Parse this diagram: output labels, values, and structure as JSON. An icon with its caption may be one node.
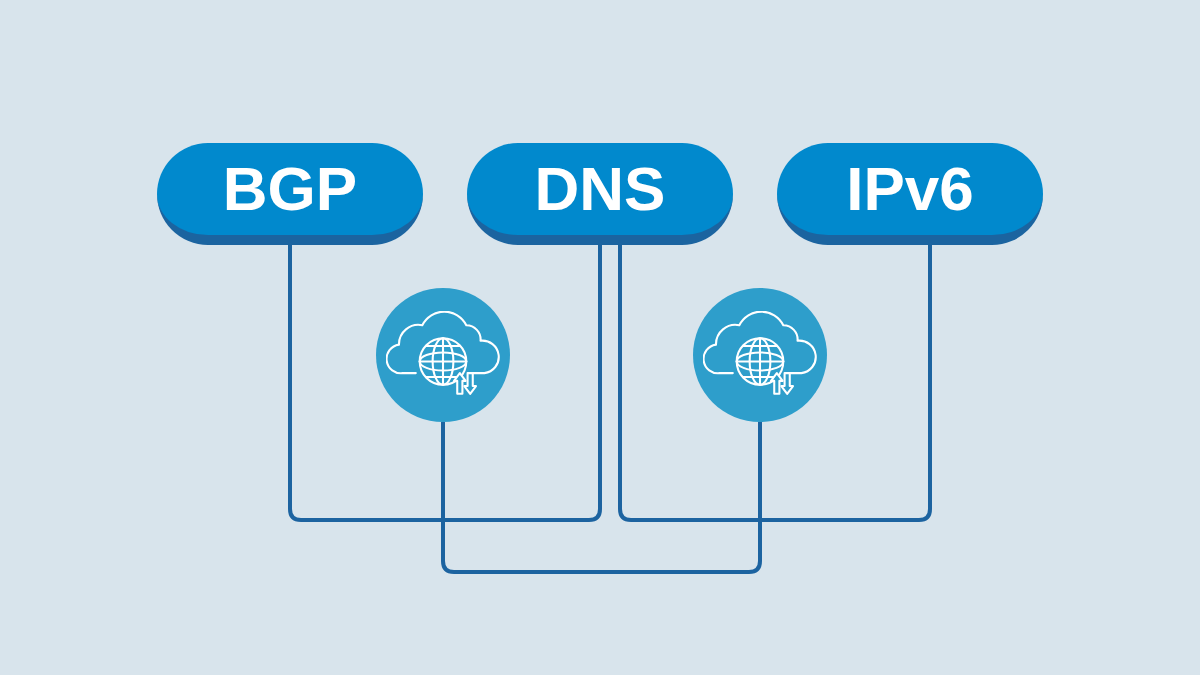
{
  "diagram": {
    "nodes": [
      {
        "text": [
          "BGP"
        ]
      },
      {
        "text": [
          "DNS"
        ]
      },
      {
        "text": [
          "IPv6"
        ]
      },
      {
        "text": [],
        "shape": "circle"
      },
      {
        "text": [],
        "shape": "circle"
      }
    ],
    "edges": [
      {
        "from": 0,
        "to": 1,
        "arrow": "none"
      },
      {
        "from": 1,
        "to": 2,
        "arrow": "none"
      },
      {
        "from": 3,
        "to": 4,
        "arrow": "none"
      }
    ]
  }
}
